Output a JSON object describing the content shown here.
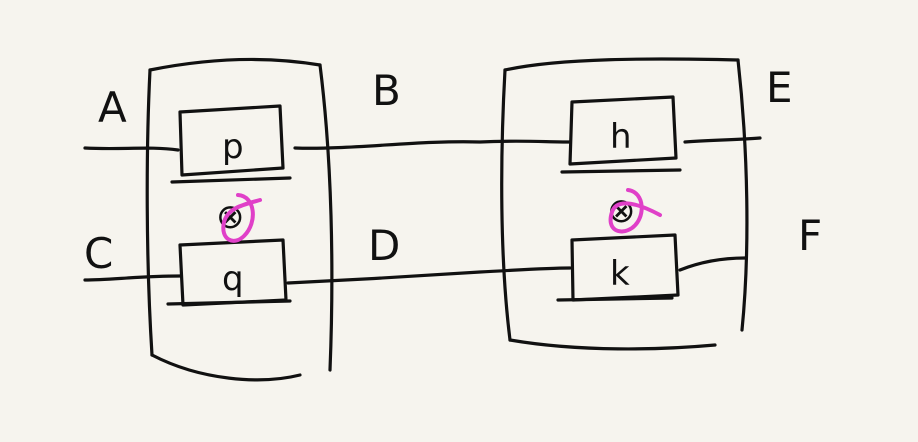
{
  "wire_labels": {
    "a": "A",
    "b": "B",
    "c": "C",
    "d": "D",
    "e": "E",
    "f": "F"
  },
  "left_group": {
    "top_box": "p",
    "bottom_box": "q",
    "tensor_symbol": "⊗"
  },
  "right_group": {
    "top_box": "h",
    "bottom_box": "k",
    "tensor_symbol": "⊗"
  },
  "colors": {
    "ink": "#111111",
    "strike": "#e040c8",
    "paper": "#f6f4ee"
  }
}
